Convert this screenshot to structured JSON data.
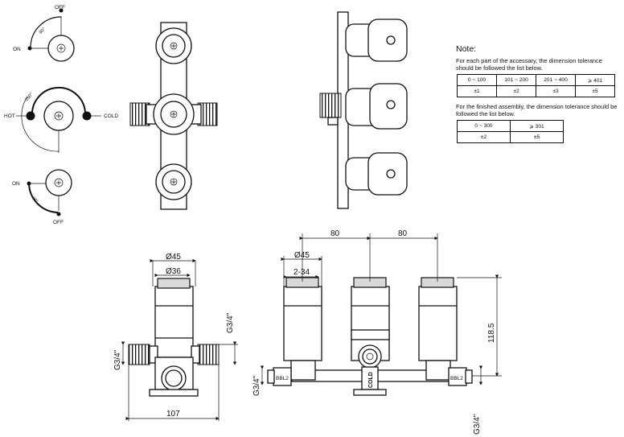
{
  "switch_labels": {
    "top_off": "OFF",
    "top_on": "ON",
    "top_angle": "90°",
    "mid_hot": "HOT",
    "mid_cold": "COLD",
    "mid_angle": "250°",
    "bot_on": "ON",
    "bot_off": "OFF",
    "bot_angle": "90°"
  },
  "dimensions": {
    "d45_side": "Ø45",
    "d36": "Ø36",
    "g34_right": "G3/4\"",
    "g34_left": "G3/4\"",
    "w107": "107",
    "d45_front": "Ø45",
    "s234": "2-34",
    "c80a": "80",
    "c80b": "80",
    "h1185": "118.5",
    "g34_bottom_left": "G3/4\"",
    "g34_bottom_right": "G3/4\"",
    "bbl2_left": "BBL2",
    "bbl2_right": "BBL2",
    "cold_label": "COLD"
  },
  "note": {
    "title": "Note:",
    "accessory_text": "For each part of the accessary, the dimension tolerance should be followed the list below.",
    "accessory_ranges": [
      "0 ~ 100",
      "101 ~ 200",
      "201 ~ 400",
      "⩾ 401"
    ],
    "accessory_tolerances": [
      "±1",
      "±2",
      "±3",
      "±5"
    ],
    "assembly_text": "For the finished assembly, the dimension tolerance should be followed the list below.",
    "assembly_ranges": [
      "0 ~ 300",
      "⩾ 301"
    ],
    "assembly_tolerances": [
      "±2",
      "±5"
    ]
  }
}
